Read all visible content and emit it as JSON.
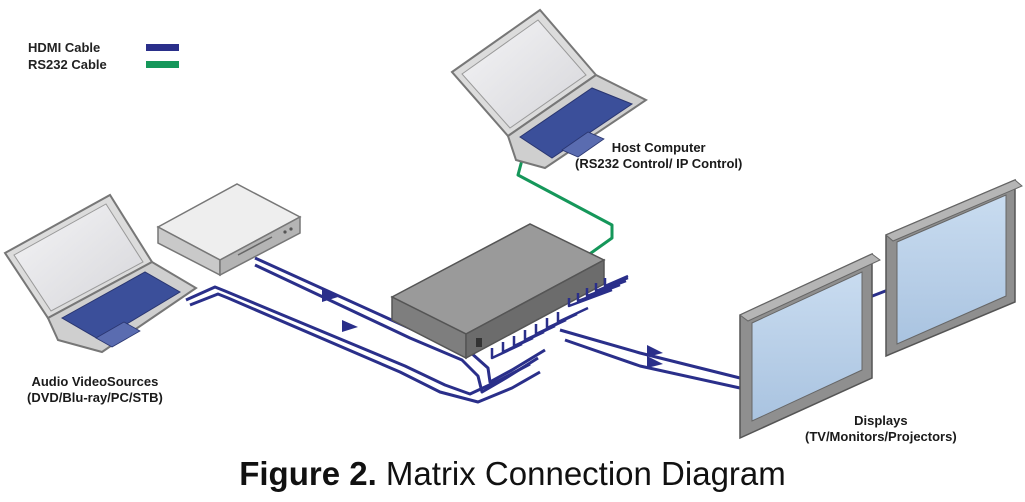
{
  "legend": {
    "hdmi_label": "HDMI Cable",
    "rs232_label": "RS232 Cable"
  },
  "colors": {
    "hdmi": "#2a2f8a",
    "rs232": "#15975a"
  },
  "host": {
    "line1": "Host Computer",
    "line2": "(RS232 Control/ IP Control)"
  },
  "sources": {
    "line1": "Audio VideoSources",
    "line2": "(DVD/Blu-ray/PC/STB)"
  },
  "displays": {
    "line1": "Displays",
    "line2": "(TV/Monitors/Projectors)"
  },
  "caption": {
    "bold": "Figure 2.",
    "text": " Matrix Connection Diagram"
  }
}
